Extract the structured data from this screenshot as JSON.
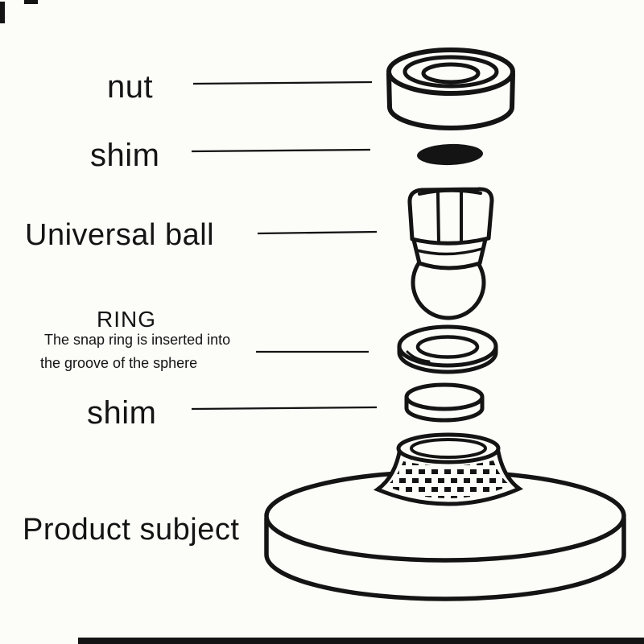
{
  "canvas": {
    "background": "#fcfcf8",
    "line_color": "#141414"
  },
  "labels": {
    "nut": "nut",
    "shim_top": "shim",
    "universal_ball": "Universal ball",
    "ring_title": "RING",
    "ring_note_line1": "The snap ring is inserted into",
    "ring_note_line2": "the groove of the sphere",
    "shim_bottom": "shim",
    "product_subject": "Product subject"
  },
  "parts": [
    {
      "name": "nut",
      "label": "nut"
    },
    {
      "name": "shim-washer",
      "label": "shim"
    },
    {
      "name": "universal-ball",
      "label": "Universal ball"
    },
    {
      "name": "snap-ring",
      "label": "RING",
      "note": "The snap ring is inserted into the groove of the sphere"
    },
    {
      "name": "shim-ring",
      "label": "shim"
    },
    {
      "name": "product-subject",
      "label": "Product subject"
    }
  ]
}
